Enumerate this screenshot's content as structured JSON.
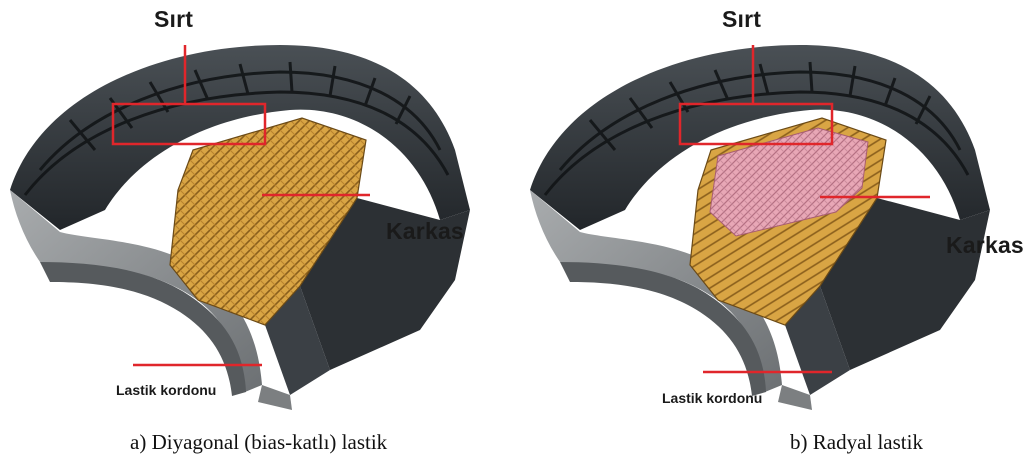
{
  "panel_a": {
    "labels": {
      "tread": "Sırt",
      "carcass": "Karkas",
      "bead": "Lastik kordonu"
    },
    "caption": "a) Diyagonal (bias-katlı) lastik",
    "ply_pattern": "crisscross",
    "ply_color": "#d9a544"
  },
  "panel_b": {
    "labels": {
      "tread": "Sırt",
      "carcass": "Karkas",
      "bead": "Lastik kordonu"
    },
    "caption": "b) Radyal lastik",
    "ply_pattern": "radial-with-belt",
    "ply_color": "#d9a544",
    "belt_color": "#e8a7b6"
  },
  "colors": {
    "callout": "#e0262b",
    "tire_dark": "#2b2f33",
    "tire_inner": "#8b8e90"
  }
}
